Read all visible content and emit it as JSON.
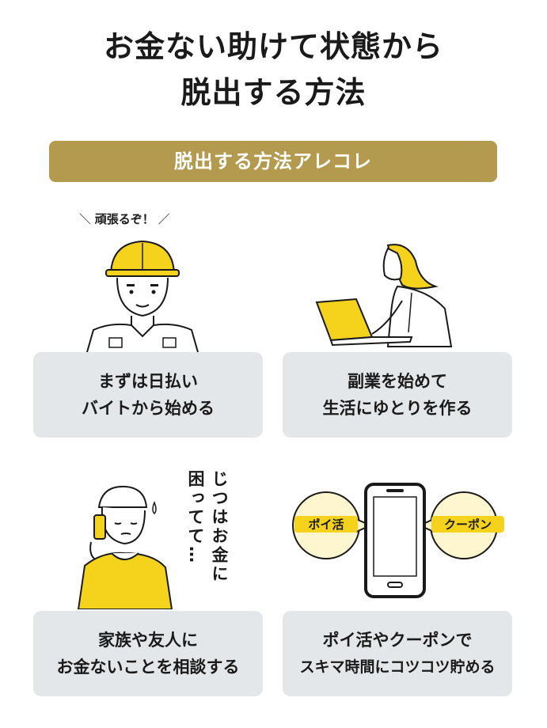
{
  "title": {
    "line1": "お金ない助けて状態から",
    "line2": "脱出する方法"
  },
  "banner": {
    "label": "脱出する方法アレコレ"
  },
  "cards": [
    {
      "line1": "まずは日払い",
      "line2": "バイトから始める"
    },
    {
      "line1": "副業を始めて",
      "line2": "生活にゆとりを作る"
    },
    {
      "line1": "家族や友人に",
      "line2": "お金ないことを相談する"
    },
    {
      "line1": "ポイ活やクーポンで",
      "line2": "スキマ時間にコツコツ貯める"
    }
  ],
  "speech": {
    "worker": "頑張るぞ！",
    "phone_thought_col1": "じつはお金に",
    "phone_thought_col2": "困ってて…"
  },
  "phone_bubbles": {
    "left": "ポイ活",
    "right": "クーポン"
  },
  "colors": {
    "banner": "#b39a4f",
    "accent_yellow": "#f5d21c",
    "card_bg": "#e4e7ea"
  }
}
